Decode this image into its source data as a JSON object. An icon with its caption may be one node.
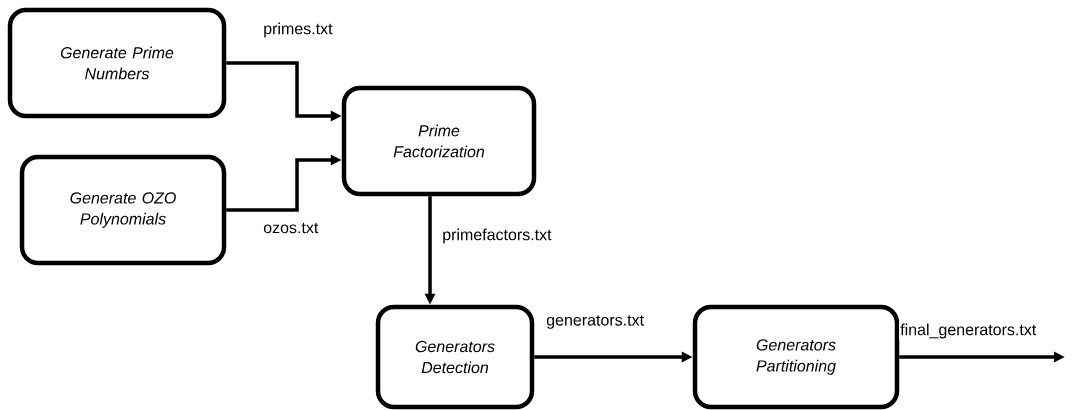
{
  "diagram": {
    "nodes": [
      {
        "text": [
          "*Generate Prime Numbers*"
        ]
      },
      {
        "text": [
          "*Generate OZO Polynomials*"
        ]
      },
      {
        "text": [
          "*Prime Factorization*"
        ]
      },
      {
        "text": [
          "*Generators Detection*"
        ]
      },
      {
        "text": [
          "*Generators Partitioning*"
        ]
      }
    ],
    "edges": [
      {
        "from": 0,
        "to": 2,
        "arrow": "to",
        "label": "primes.txt"
      },
      {
        "from": 1,
        "to": 2,
        "arrow": "to",
        "label": "ozos.txt"
      },
      {
        "from": 2,
        "to": 3,
        "arrow": "to",
        "label": "primefactors.txt"
      },
      {
        "from": 3,
        "to": 4,
        "arrow": "to",
        "label": "generators.txt"
      },
      {
        "from": 4,
        "to": null,
        "arrow": "to",
        "label": "final_generators.txt"
      }
    ]
  }
}
